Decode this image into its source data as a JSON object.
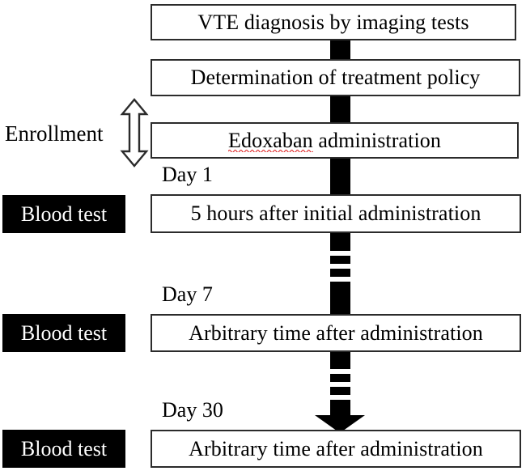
{
  "diagram": {
    "title": "VTE study protocol flowchart",
    "colors": {
      "box_border": "#2b2b2b",
      "box_fill": "#ffffff",
      "text": "#000000",
      "label_box_fill": "#000000",
      "label_box_text": "#ffffff",
      "connector": "#000000",
      "spellcheck_underline": "#e03030"
    },
    "steps": [
      {
        "id": "step-vte-diagnosis",
        "text": "VTE diagnosis by imaging tests"
      },
      {
        "id": "step-treatment-policy",
        "text": "Determination of treatment policy"
      },
      {
        "id": "step-edoxaban",
        "text": "Edoxaban administration",
        "spellcheck_word": "Edoxaban",
        "spellcheck_rest": " administration"
      },
      {
        "id": "step-5-hours",
        "text": "5 hours after initial administration"
      },
      {
        "id": "step-day7-arbitrary",
        "text": "Arbitrary time after administration"
      },
      {
        "id": "step-day30-arbitrary",
        "text": "Arbitrary time after administration"
      }
    ],
    "day_labels": [
      {
        "id": "day-1",
        "text": "Day 1"
      },
      {
        "id": "day-7",
        "text": "Day 7"
      },
      {
        "id": "day-30",
        "text": "Day 30"
      }
    ],
    "blood_tests": [
      {
        "id": "blood-test-day1",
        "text": "Blood test"
      },
      {
        "id": "blood-test-day7",
        "text": "Blood test"
      },
      {
        "id": "blood-test-day30",
        "text": "Blood test"
      }
    ],
    "enrollment": {
      "label": "Enrollment",
      "arrow_icon": "double-headed-vertical-arrow"
    },
    "flow_arrow": {
      "icon": "down-arrow-icon",
      "style": "thick-dashed-black"
    }
  }
}
